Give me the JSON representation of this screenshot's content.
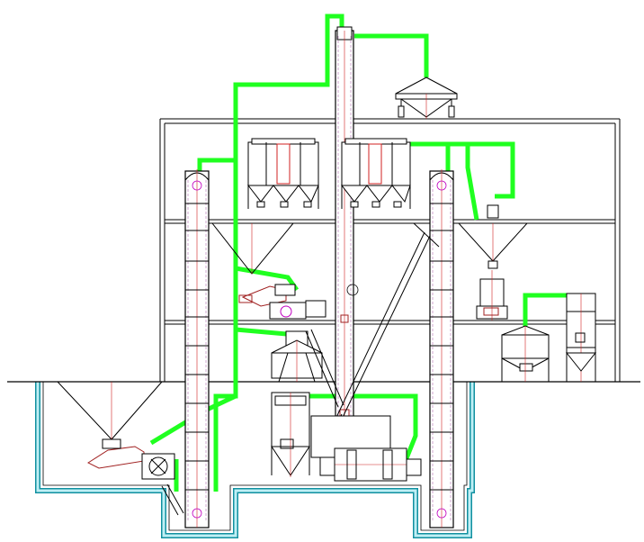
{
  "drawing": {
    "colors": {
      "background": "#ffffff",
      "line": "#000000",
      "duct": "#20ff20",
      "pit_outline": "#1090a0",
      "pit_fill": "#bfeff5",
      "centerline": "#d02020",
      "equipment_accent": "#a02020",
      "motor_accent": "#c000c0"
    },
    "components": [
      "bucket-elevator-left",
      "bucket-elevator-center",
      "bucket-elevator-right",
      "dust-collector-left",
      "dust-collector-center",
      "cyclone-distributor-top",
      "storage-hopper-pit",
      "crusher-left",
      "crusher-mid",
      "ball-mill",
      "silo-left-pit",
      "product-silo-right",
      "packing-bin-right",
      "separator-middle",
      "conveyor-inclined"
    ]
  }
}
